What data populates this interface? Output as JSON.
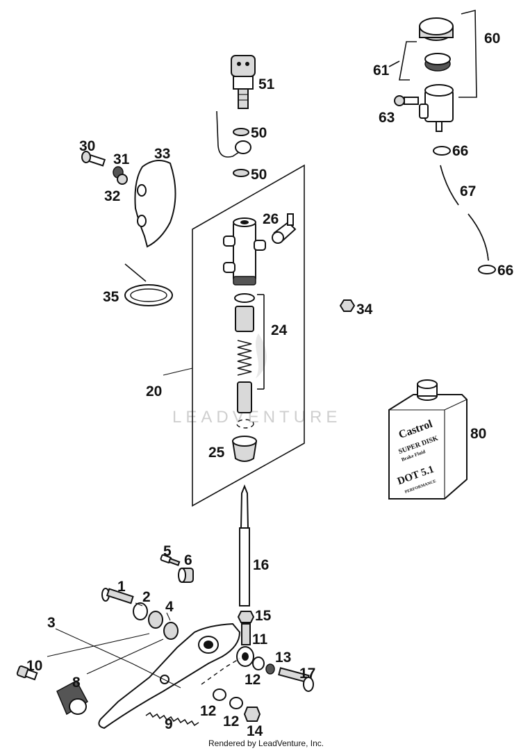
{
  "watermark": "LEADVENTURE",
  "footer": "Rendered by LeadVenture, Inc.",
  "brake_fluid_can": {
    "brand": "Castrol",
    "line1": "SUPER DISK",
    "line2": "Brake Fluid",
    "line3": "DOT 5.1",
    "line4": "PERFORMANCE"
  },
  "callouts": {
    "p1": "1",
    "p2": "2",
    "p3": "3",
    "p4": "4",
    "p5": "5",
    "p6": "6",
    "p8": "8",
    "p9": "9",
    "p10": "10",
    "p11": "11",
    "p12a": "12",
    "p12b": "12",
    "p12c": "12",
    "p13": "13",
    "p14": "14",
    "p15": "15",
    "p16": "16",
    "p17": "17",
    "p20": "20",
    "p24": "24",
    "p25": "25",
    "p26": "26",
    "p30": "30",
    "p31": "31",
    "p32": "32",
    "p33": "33",
    "p34": "34",
    "p35": "35",
    "p50a": "50",
    "p50b": "50",
    "p51": "51",
    "p60": "60",
    "p61": "61",
    "p63": "63",
    "p66a": "66",
    "p66b": "66",
    "p67": "67",
    "p80": "80"
  }
}
